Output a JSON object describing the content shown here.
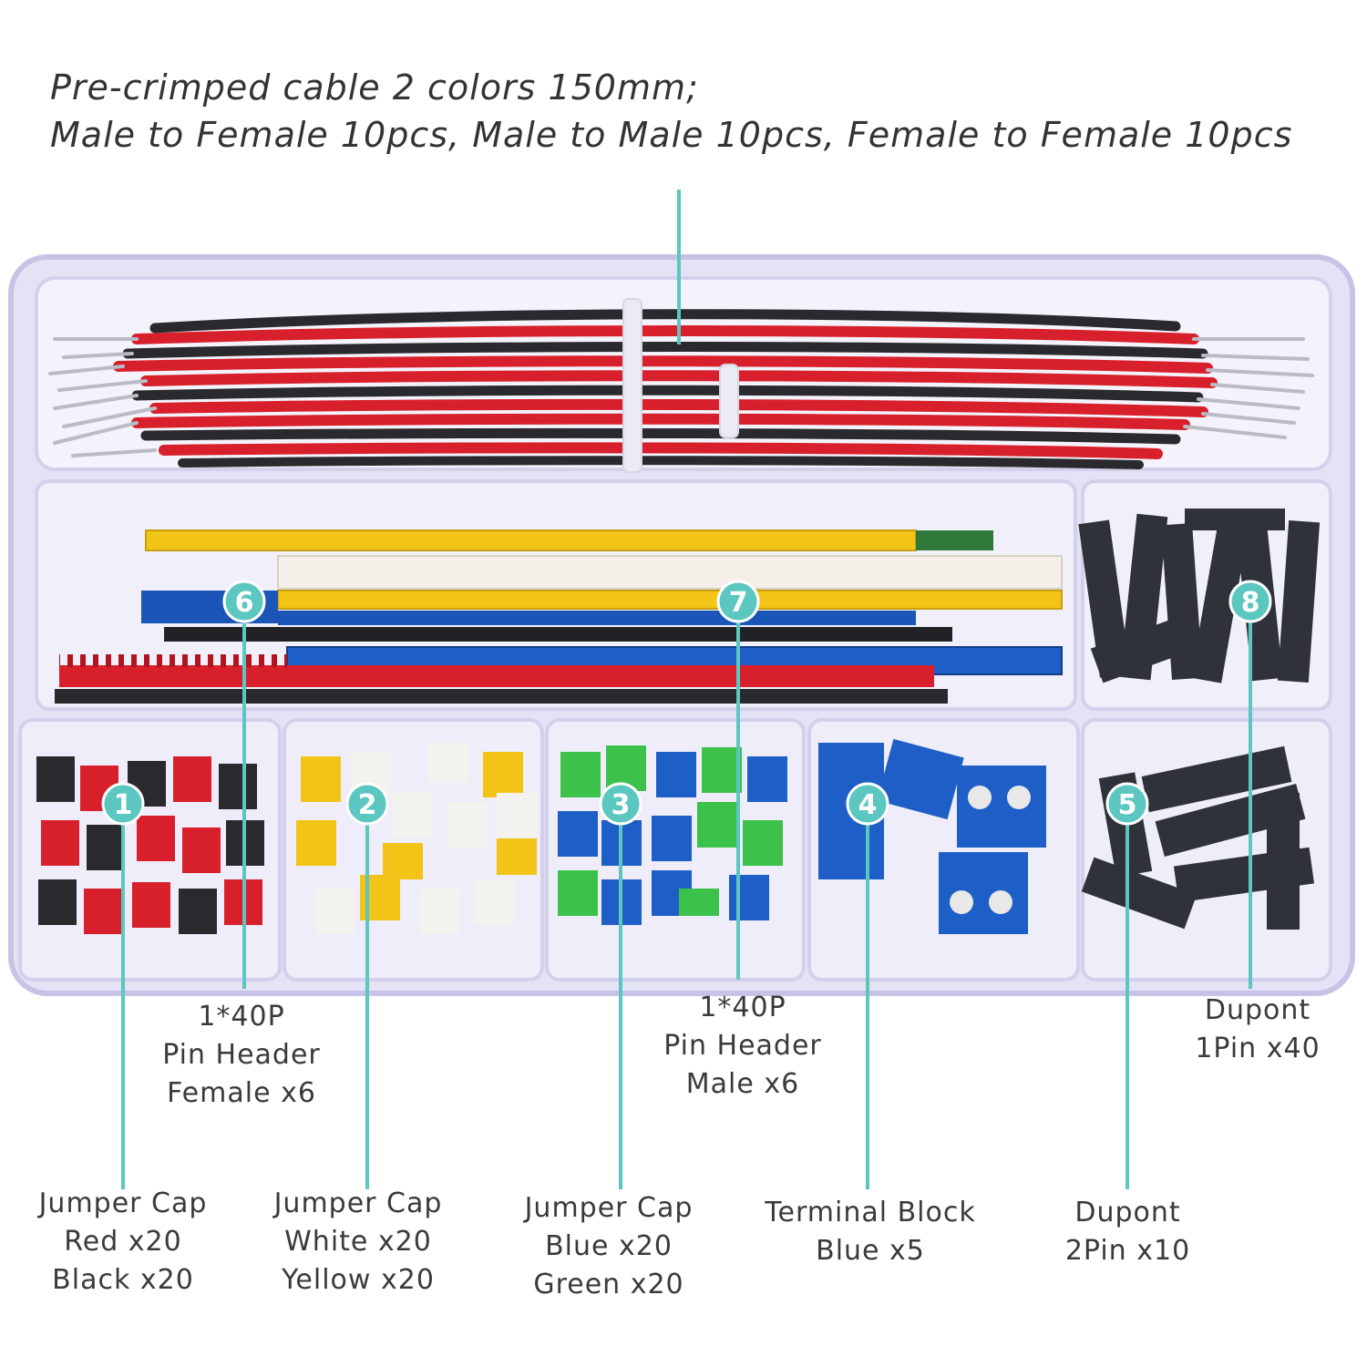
{
  "header": {
    "line1": "Pre-crimped cable 2 colors 150mm;",
    "line2": "Male to Female 10pcs, Male to Male 10pcs, Female to Female 10pcs"
  },
  "badges": [
    "1",
    "2",
    "3",
    "4",
    "5",
    "6",
    "7",
    "8"
  ],
  "labels": {
    "jumper_red_black": {
      "l1": "Jumper Cap",
      "l2": "Red x20",
      "l3": "Black x20"
    },
    "jumper_white_yellow": {
      "l1": "Jumper Cap",
      "l2": "White x20",
      "l3": "Yellow x20"
    },
    "jumper_blue_green": {
      "l1": "Jumper Cap",
      "l2": "Blue x20",
      "l3": "Green x20"
    },
    "terminal_block": {
      "l1": "Terminal Block",
      "l2": "Blue x5"
    },
    "dupont_2pin": {
      "l1": "Dupont",
      "l2": "2Pin x10"
    },
    "pin_header_female": {
      "l1": "1*40P",
      "l2": "Pin Header",
      "l3": "Female x6"
    },
    "pin_header_male": {
      "l1": "1*40P",
      "l2": "Pin Header",
      "l3": "Male x6"
    },
    "dupont_1pin": {
      "l1": "Dupont",
      "l2": "1Pin x40"
    }
  },
  "colors": {
    "accent_teal": "#5cc6c0",
    "box_tint": "#d9d6f2",
    "wire_red": "#d8202c",
    "wire_black": "#2a2a2e",
    "header_yellow": "#f2c418",
    "header_blue": "#1c55b8",
    "terminal_blue": "#1e5fc7",
    "jumper_green": "#3cc24a",
    "dupont_black": "#2f3238"
  }
}
